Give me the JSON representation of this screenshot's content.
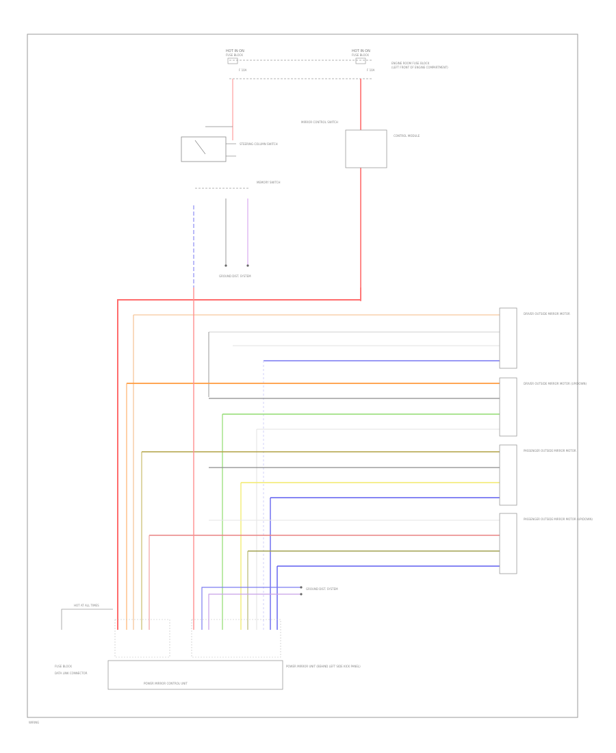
{
  "diagram": {
    "footer_code": "WIRING",
    "labels": {
      "fuse_left_top": "HOT IN ON",
      "fuse_left_top_sub": "FUSE BLOCK",
      "fuse_right_top": "HOT IN ON",
      "fuse_right_top_sub": "FUSE BLOCK",
      "fuse_right_note": "ENGINE ROOM FUSE BLOCK",
      "fuse_right_note2": "(LEFT FRONT OF ENGINE COMPARTMENT)",
      "fuse_left_amp": "F 10A",
      "fuse_right_amp": "F 10A",
      "switch_label": "STEERING COLUMN SWITCH",
      "module_label": "MIRROR CONTROL SWITCH",
      "control_label": "CONTROL MODULE",
      "memory_label": "MEMORY SWITCH",
      "ground_left": "GROUND DIST. SYSTEM",
      "ground_right": "GROUND DIST. SYSTEM",
      "right_block_1": "DRIVER OUTSIDE MIRROR MOTOR",
      "right_block_2": "DRIVER OUTSIDE MIRROR MOTOR (UP/DOWN)",
      "right_block_3": "PASSENGER OUTSIDE MIRROR MOTOR",
      "right_block_4": "PASSENGER OUTSIDE MIRROR MOTOR (UP/DOWN)",
      "bottom_unit": "POWER MIRROR CONTROL UNIT",
      "bottom_unit_right": "POWER MIRROR UNIT (BEHIND LEFT SIDE KICK PANEL)",
      "left_feed": "HOT AT ALL TIMES",
      "left_feed_sub": "FUSE BLOCK",
      "data_link": "DATA LINK CONNECTOR"
    },
    "wire_colors": {
      "red": "#ff6b6b",
      "orange": "#ff9a3c",
      "peach": "#f6c79b",
      "grey": "#9a9a9a",
      "blue": "#5b5bef",
      "green": "#8fdc6f",
      "olive": "#b0a040",
      "yellow": "#f2ea6a",
      "pink": "#e98080",
      "violet": "#c8a0e8",
      "light_green": "#b9d98a",
      "pale": "#d8d8d8"
    }
  }
}
